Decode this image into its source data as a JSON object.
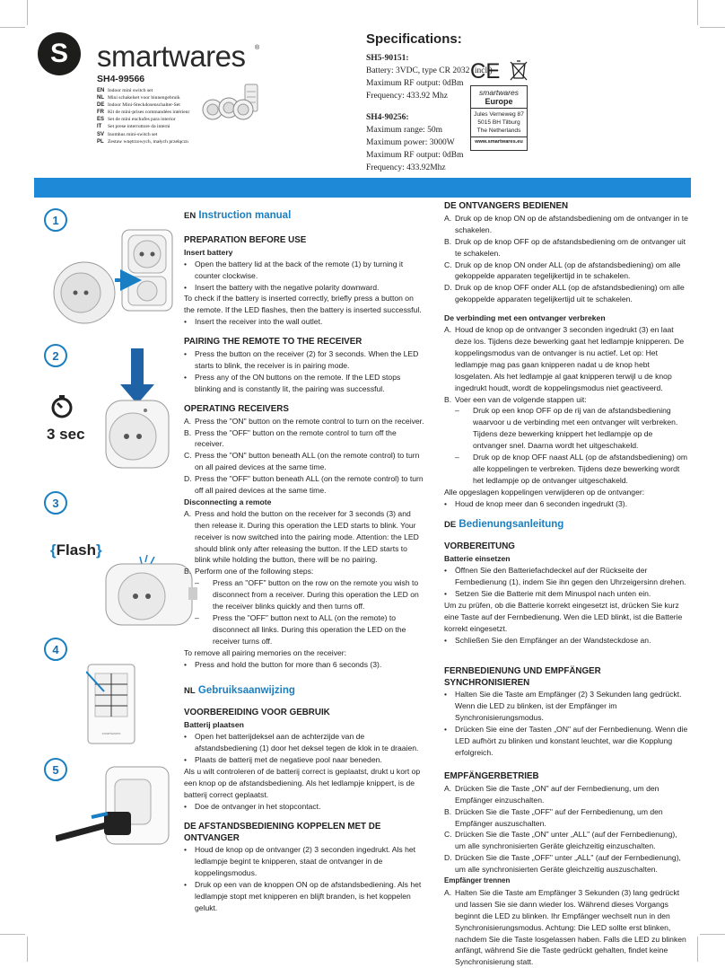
{
  "header": {
    "logo_letter": "S",
    "brand": "smartwares",
    "model": "SH4-99566",
    "langs": [
      {
        "code": "EN",
        "text": "Indoor mini switch set"
      },
      {
        "code": "NL",
        "text": "Mini schakelset voor binnengebruik"
      },
      {
        "code": "DE",
        "text": "Indoor Mini-Steckdosenschalter-Set"
      },
      {
        "code": "FR",
        "text": "Kit de mini-prises commandées intérieur"
      },
      {
        "code": "ES",
        "text": "Set de mini enchufes para interior"
      },
      {
        "code": "IT",
        "text": "Set prese interruttore da interni"
      },
      {
        "code": "SV",
        "text": "Inomhus mini-switch set"
      },
      {
        "code": "PL",
        "text": "Zestaw wnętrzowych, małych przełączn"
      }
    ]
  },
  "specs": {
    "title": "Specifications:",
    "block1_title": "SH5-90151:",
    "block1_lines": [
      "Battery: 3VDC, type CR 2032 (incl.)",
      "Maximum RF output: 0dBm",
      "Frequency: 433.92 Mhz"
    ],
    "block2_title": "SH4-90256:",
    "block2_lines": [
      "Maximum range: 50m",
      "Maximum power: 3000W",
      "Maximum RF output: 0dBm",
      "Frequency: 433.92Mhz"
    ]
  },
  "eu_box": {
    "brand": "smartwares",
    "region": "Europe",
    "address": [
      "Jules Verneweg 87",
      "5015 BH Tilburg",
      "The Netherlands"
    ],
    "url": "www.smartwares.eu"
  },
  "steps": {
    "n1": "1",
    "n2": "2",
    "n3": "3",
    "n4": "4",
    "n5": "5",
    "timer_label": "3 sec",
    "flash_label": "Flash"
  },
  "en": {
    "code": "EN",
    "title": "Instruction manual",
    "prep_title": "PREPARATION BEFORE USE",
    "prep_sub": "Insert battery",
    "prep_b1": "Open the battery lid at the back of the remote (1) by turning it counter clockwise.",
    "prep_b2": "Insert the battery with the negative polarity downward.",
    "prep_p": "To check if the battery is inserted correctly, briefly press a button on the remote. If the LED flashes, then the battery is inserted successful.",
    "prep_b3": "Insert the receiver into the wall outlet.",
    "pair_title": "PAIRING THE REMOTE TO THE RECEIVER",
    "pair_b1": "Press the button on the receiver (2) for 3 seconds. When the LED starts to blink, the receiver is in pairing mode.",
    "pair_b2": "Press any of the ON buttons on the remote. If the LED stops blinking and is constantly lit, the pairing was successful.",
    "op_title": "OPERATING RECEIVERS",
    "op_a": "Press the \"ON\" button on the remote control to turn on the receiver.",
    "op_b": "Press the \"OFF\" button on the remote control to turn off the receiver.",
    "op_c": "Press the \"ON\" button beneath ALL (on the remote control) to turn on all paired devices at the same time.",
    "op_d": "Press the \"OFF\" button beneath ALL (on the remote control) to turn off all paired devices at the same time.",
    "disc_sub": "Disconnecting a remote",
    "disc_a": "Press and hold the button on the receiver for 3 seconds (3) and then release it. During this operation the LED starts to blink. Your receiver is now switched into the pairing mode. Attention: the LED should blink only after releasing the button. If the LED starts to blink while holding the button, there will be no pairing.",
    "disc_b": "Perform one of the following steps:",
    "disc_b1": "Press an \"OFF\" button on the row on the remote you wish to disconnect from a receiver. During this operation the LED on the receiver blinks quickly and then turns off.",
    "disc_b2": "Press the \"OFF\" button next to ALL (on the remote) to disconnect all links. During this operation the LED on the receiver turns off.",
    "remove_p": "To remove all pairing memories on the receiver:",
    "remove_b": "Press and hold the button for more than 6 seconds (3)."
  },
  "nl": {
    "code": "NL",
    "title": "Gebruiksaanwijzing",
    "prep_title": "VOORBEREIDING VOOR GEBRUIK",
    "prep_sub": "Batterij plaatsen",
    "prep_b1": "Open het batterijdeksel aan de achterzijde van de afstandsbediening (1) door het deksel tegen de klok in te draaien.",
    "prep_b2": "Plaats de batterij met de negatieve pool naar beneden.",
    "prep_p": "Als u wilt controleren of de batterij correct is geplaatst, drukt u kort op een knop op de afstandsbediening. Als het ledlampje knippert, is de batterij correct geplaatst.",
    "prep_b3": "Doe de ontvanger in het stopcontact.",
    "pair_title": "DE AFSTANDSBEDIENING KOPPELEN MET DE ONTVANGER",
    "pair_b1": "Houd de knop op de ontvanger (2) 3 seconden ingedrukt. Als het ledlampje begint te knipperen, staat de ontvanger in de koppelingsmodus.",
    "pair_b2": "Druk op een van de knoppen ON op de afstandsbediening. Als het ledlampje stopt met knipperen en blijft branden, is het koppelen gelukt.",
    "op_title": "DE ONTVANGERS BEDIENEN",
    "op_a": "Druk op de knop ON op de afstandsbediening om de ontvanger in te schakelen.",
    "op_b": "Druk op de knop OFF op de afstandsbediening om de ontvanger uit te schakelen.",
    "op_c": "Druk op de knop ON onder ALL (op de afstandsbediening) om alle gekoppelde apparaten tegelijkertijd in te schakelen.",
    "op_d": "Druk op de knop OFF onder ALL (op de afstandsbediening) om alle gekoppelde apparaten tegelijkertijd uit te schakelen.",
    "disc_sub": "De verbinding met een ontvanger verbreken",
    "disc_a": "Houd de knop op de ontvanger 3 seconden ingedrukt (3) en laat deze los. Tijdens deze bewerking gaat het ledlampje knipperen. De koppelingsmodus van de ontvanger is nu actief. Let op: Het ledlampje mag pas gaan knipperen nadat u de knop hebt losgelaten. Als het ledlampje al gaat knipperen terwijl u de knop ingedrukt houdt, wordt de koppelingsmodus niet geactiveerd.",
    "disc_b": "Voer een van de volgende stappen uit:",
    "disc_b1": "Druk op een knop OFF op de rij van de afstandsbediening waarvoor u de verbinding met een ontvanger wilt verbreken. Tijdens deze bewerking knippert het ledlampje op de ontvanger snel. Daarna wordt het uitgeschakeld.",
    "disc_b2": "Druk op de knop OFF naast ALL (op de afstandsbediening) om alle koppelingen te verbreken. Tijdens deze bewerking wordt het ledlampje op de ontvanger uitgeschakeld.",
    "remove_p": "Alle opgeslagen koppelingen verwijderen op de ontvanger:",
    "remove_b": "Houd de knop meer dan 6 seconden ingedrukt (3)."
  },
  "de": {
    "code": "DE",
    "title": "Bedienungsanleitung",
    "prep_title": "VORBEREITUNG",
    "prep_sub": "Batterie einsetzen",
    "prep_b1": "Öffnen Sie den Batteriefachdeckel auf der Rückseite der Fernbedienung (1), indem Sie ihn gegen den Uhrzeigersinn drehen.",
    "prep_b2": "Setzen Sie die Batterie mit dem Minuspol nach unten ein.",
    "prep_p": "Um zu prüfen, ob die Batterie korrekt eingesetzt ist, drücken Sie kurz eine Taste auf der Fernbedienung. Wen die LED blinkt, ist die Batterie korrekt eingesetzt.",
    "prep_b3": "Schließen Sie den Empfänger an der Wandsteckdose an.",
    "pair_title": "FERNBEDIENUNG UND EMPFÄNGER SYNCHRONISIEREN",
    "pair_b1": "Halten Sie die Taste am Empfänger (2) 3 Sekunden lang gedrückt. Wenn die LED zu blinken, ist der Empfänger im Synchronisierungsmodus.",
    "pair_b2": "Drücken Sie eine der Tasten „ON\" auf der Fernbedienung. Wenn die LED aufhört zu blinken und konstant leuchtet, war die Kopplung erfolgreich.",
    "op_title": "EMPFÄNGERBETRIEB",
    "op_a": "Drücken Sie die Taste „ON\" auf der Fernbedienung, um den Empfänger einzuschalten.",
    "op_b": "Drücken Sie die Taste „OFF\" auf der Fernbedienung, um den Empfänger auszuschalten.",
    "op_c": "Drücken Sie die Taste „ON\" unter „ALL\" (auf der Fernbedienung), um alle synchronisierten Geräte gleichzeitig einzuschalten.",
    "op_d": "Drücken Sie die Taste „OFF\" unter „ALL\" (auf der Fernbedienung),",
    "op_d2": "um alle synchronisierten Geräte gleichzeitig auszuschalten.",
    "disc_sub": "Empfänger trennen",
    "disc_a": "Halten Sie die Taste am Empfänger 3 Sekunden (3) lang gedrückt und lassen Sie sie dann wieder los. Während dieses Vorgangs beginnt die LED zu blinken. Ihr Empfänger wechselt nun in den Synchronisierungsmodus. Achtung: Die LED sollte erst blinken, nachdem Sie die Taste losgelassen haben. Falls die LED zu blinken anfängt, während Sie die Taste gedrückt gehalten, findet keine Synchronisierung statt."
  }
}
